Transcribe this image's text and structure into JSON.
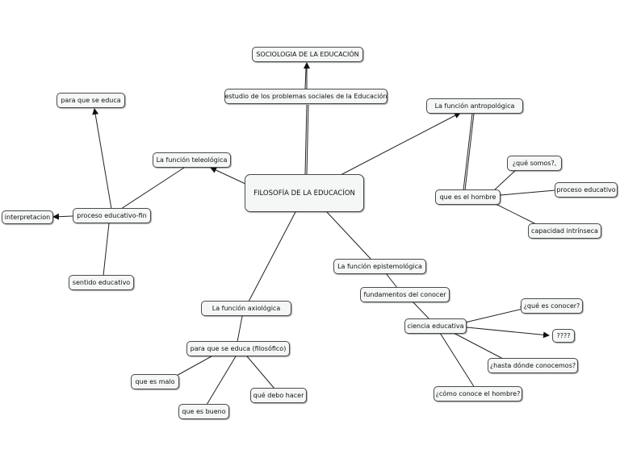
{
  "nodes": {
    "sociologia": "SOCIOLOGIA DE LA EDUCACIÓN",
    "estudio": "estudio de los problemas sociales de la Educación",
    "antropologica": "La función antropológica",
    "para_educa": "para que se educa",
    "teleologica": "La función teleológica",
    "filosofia": "FILOSOFÍA DE LA EDUCACÍON",
    "que_somos": "¿qué somos?,",
    "que_hombre": "que es el hombre",
    "proceso_educativo": "proceso educativo",
    "interpretacion": "interpretacion",
    "proceso_fin": "proceso educativo-fin",
    "capacidad": "capacidad intrínseca",
    "epistemologica": "La función epistemológica",
    "sentido": "sentido educativo",
    "fundamentos": "fundamentos del conocer",
    "axiologica": "La función axiológica",
    "que_conocer": "¿qué es conocer?",
    "ciencia": "ciencia educativa",
    "interrog": "????",
    "para_filosofico": "para que se educa (filosófico)",
    "hasta_donde": "¿hasta dónde conocemos?",
    "malo": "que es malo",
    "que_hacer": "qué debo hacer",
    "como_conoce": "¿cómo conoce el hombre?",
    "bueno": "que es bueno"
  },
  "colors": {
    "node_fill": "#f5f6f6",
    "node_border": "#4a4a4a",
    "line": "#222222"
  }
}
